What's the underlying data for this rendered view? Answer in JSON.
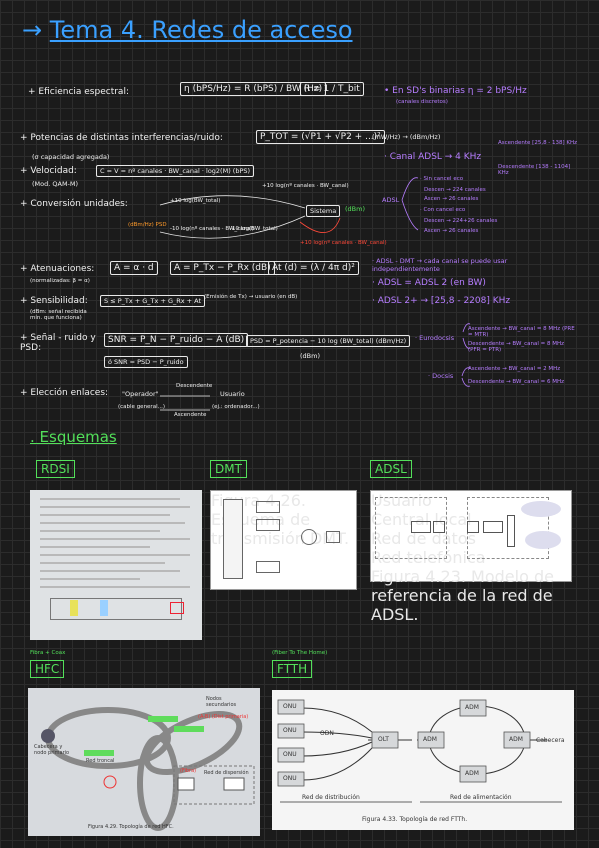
{
  "title": {
    "arrow": "→",
    "text": "Tema 4. Redes de acceso"
  },
  "rows": {
    "eficiencia": {
      "label": "+ Eficiencia espectral:",
      "formula": "η (bPS/Hz) = R (bPS) / BW (Hz)",
      "r": "R = 1 / T_bit"
    },
    "potencias": {
      "label": "+ Potencias de distintas interferencias/ruido:",
      "note": "(σ capacidad agregada)",
      "formula": "P_TOT = (√P1 + √P2 + ...)²",
      "units": "(mW/Hz) → (dBm/Hz)"
    },
    "velocidad": {
      "label": "+ Velocidad:",
      "note": "(Mod. QAM-M)",
      "formula": "C = V = nº canales · BW_canal · log2(M) (bPS)"
    },
    "conversion": {
      "label": "+ Conversión unidades:",
      "sistema": "Sistema",
      "dbm": "(dBm)",
      "psd": "(dBm/Hz) PSD",
      "l1": "+10 log(nº canales · BW_canal)",
      "l2": "+10 log(BW_total)",
      "l3": "-10 log(BW_total)",
      "l4": "-10 log(nº canales · BW_canal)",
      "l5": "+10 log(nº canales · BW_canal)"
    },
    "atenuaciones": {
      "label": "+ Atenuaciones:",
      "note": "(normalizadas: β = α)",
      "f1": "A = α · d",
      "f2": "A = P_Tx − P_Rx (dB)",
      "f3": "At (d) = (λ / 4π d)²"
    },
    "sensibilidad": {
      "label": "+ Sensibilidad:",
      "note": "(dBm: señal recibida mín. que funciona)",
      "f": "S ≤ P_Tx + G_Tx + G_Rx + At",
      "side": "(Emisión de Tx) → usuario (en dB)"
    },
    "senal": {
      "label": "+ Señal - ruido y PSD:",
      "f1": "SNR = P_N − P_ruido − A (dB)",
      "f2": "PSD = P_potencia − 10 log (BW_total) (dBm/Hz)",
      "f3": "ó SNR = PSD − P_ruido",
      "dbm": "(dBm)"
    },
    "eleccion": {
      "label": "+ Elección enlaces:",
      "op": "\"Operador\"",
      "op_note": "(cable general...)",
      "user": "Usuario",
      "user_note": "(ej.: ordenador...)",
      "down": "Descendente",
      "up": "Ascendente"
    }
  },
  "right": {
    "sds": "• En SD's binarias η = 2 bPS/Hz",
    "sds_note": "(canales discretos)",
    "canal": "· Canal ADSL → 4 KHz",
    "asc": "Ascendente [25,8 - 138] KHz",
    "desc": "Descendente [138 - 1104] KHz",
    "adsl": "ADSL",
    "adsl_items": [
      "· Sin cancel eco",
      "Descen → 224 canales",
      "Ascen → 26 canales",
      "· Con cancel eco",
      "Descen → 224+26 canales",
      "Ascen → 26 canales"
    ],
    "dmt": "· ADSL - DMT → cada canal se puede usar independientemente",
    "adsl2": "· ADSL = ADSL 2 (en BW)",
    "adsl2p": "· ADSL 2+ → [25,8 - 2208] KHz",
    "eurodocsis": "· Eurodocsis",
    "euro_items": [
      "Ascendente → BW_canal = 8 MHz (PRE = MTR)",
      "Descendente → BW_canal = 8 MHz (PFR = PTR)"
    ],
    "docsis": "· Docsis",
    "docsis_items": [
      "Ascendente → BW_canal = 2 MHz",
      "Descendente → BW_canal = 6 MHz"
    ]
  },
  "esquemas": {
    "title": ". Esquemas",
    "tags": [
      "RDSI",
      "DMT",
      "ADSL",
      "HFC",
      "FTTH"
    ],
    "hfc_note": "Fibra + Coax",
    "ftth_note": "(Fiber To The Home)",
    "dmt_caption": "Figura 4.26. Esquema de transmisión DMT.",
    "adsl_caption": "Figura 4.23. Modelo de referencia de la red de ADSL.",
    "hfc_caption": "Figura 4.29. Topología de red HFC.",
    "ftth_caption": "Figura 4.33. Topología de red FTTh.",
    "ftth": {
      "onu": "ONU",
      "odn": "ODN",
      "olt": "OLT",
      "adm": "ADM",
      "cabecera": "Cabecera",
      "dist": "Red de distribución",
      "alim": "Red de alimentación"
    },
    "hfc": {
      "nodos": "Nodos secundarios",
      "nodos_note": "(A-B) (Dist primaria)",
      "cabecera": "Cabecera y nodo primario",
      "red_troncal": "Red troncal",
      "red_distrib": "Red de dispersión",
      "fibra": "(Fibra)"
    },
    "adsl_labels": {
      "usuario": "Usuario",
      "central": "Central local",
      "red_datos": "Red de datos",
      "red_tel": "Red telefónica"
    }
  },
  "colors": {
    "blue": "#3aa0ff",
    "purple": "#b67dff",
    "red": "#ff4a3a",
    "orange": "#ff9a2a",
    "green": "#53e05a"
  }
}
